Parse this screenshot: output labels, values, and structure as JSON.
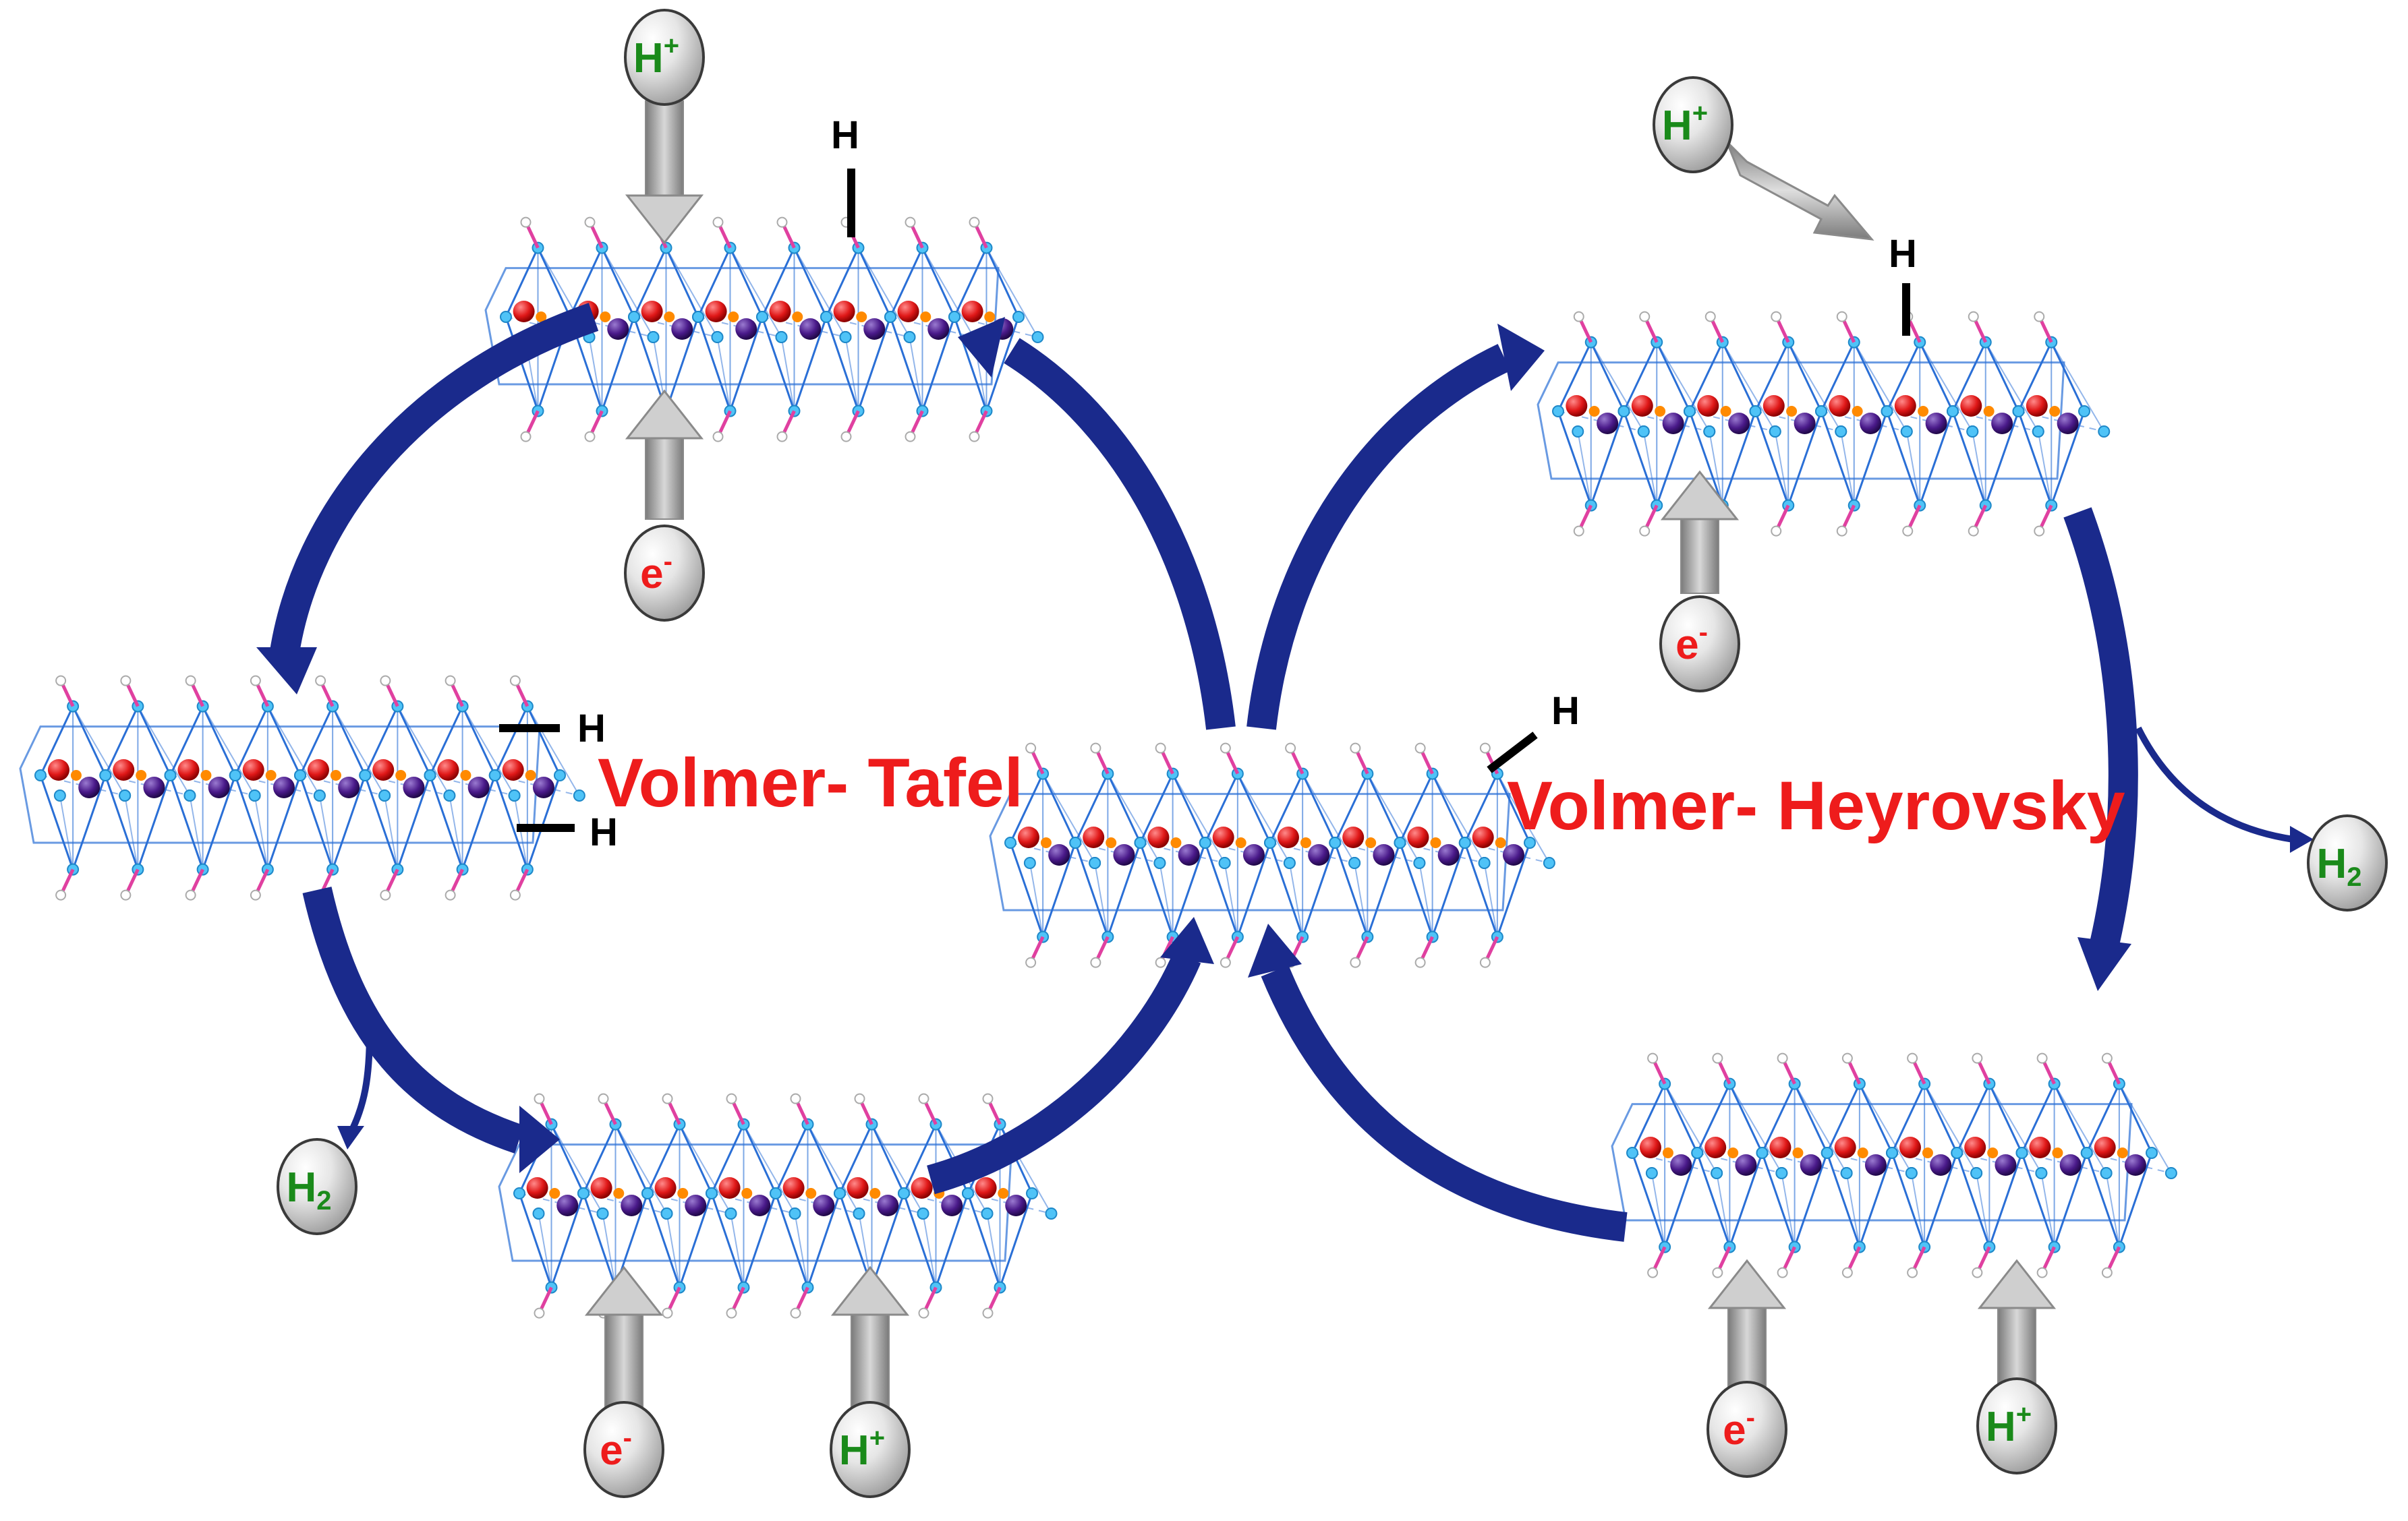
{
  "labels": {
    "volmer_tafel": "Volmer- Tafel",
    "volmer_heyrovsky": "Volmer- Heyrovsky",
    "hydrogen_atom": "H"
  },
  "species": {
    "proton": {
      "main": "H",
      "sup": "+"
    },
    "electron": {
      "main": "e",
      "sup": "-"
    },
    "hydrogen_gas": {
      "main": "H",
      "sub": "2"
    }
  },
  "colors": {
    "cycle_arrow": "#1a2a8c",
    "label_red": "#ee1c1c",
    "proton_green": "#1a8a1a",
    "electron_red": "#ee1c1c",
    "lattice_blue": "#2a6fd6",
    "lattice_cyan": "#4fc3f7",
    "atom_red": "#e01818",
    "atom_purple": "#4a1a8a",
    "atom_orange": "#ff8a00",
    "pink_bond": "#e040a0",
    "feed_arrow_gray": "#9a9a9a"
  },
  "structures": [
    {
      "id": "vt-top"
    },
    {
      "id": "vt-left"
    },
    {
      "id": "vt-bottom"
    },
    {
      "id": "center"
    },
    {
      "id": "vh-top-right"
    },
    {
      "id": "vh-bottom-right"
    }
  ]
}
